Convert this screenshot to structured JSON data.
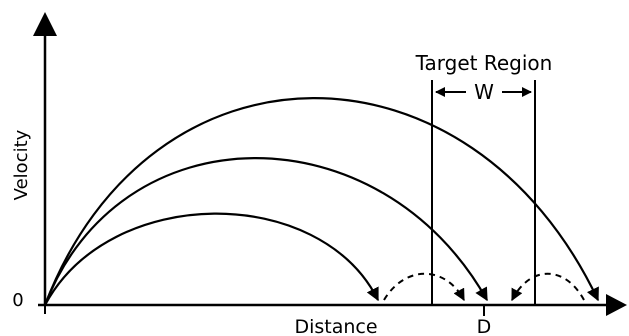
{
  "diagram": {
    "axes": {
      "x_label": "Distance",
      "y_label": "Velocity",
      "origin_label": "0"
    },
    "target": {
      "title": "Target Region",
      "width_label": "W",
      "distance_label": "D"
    },
    "trajectories": {
      "solid_count": 3,
      "dashed_count": 2
    },
    "colors": {
      "stroke": "#000000",
      "background": "#ffffff"
    }
  }
}
